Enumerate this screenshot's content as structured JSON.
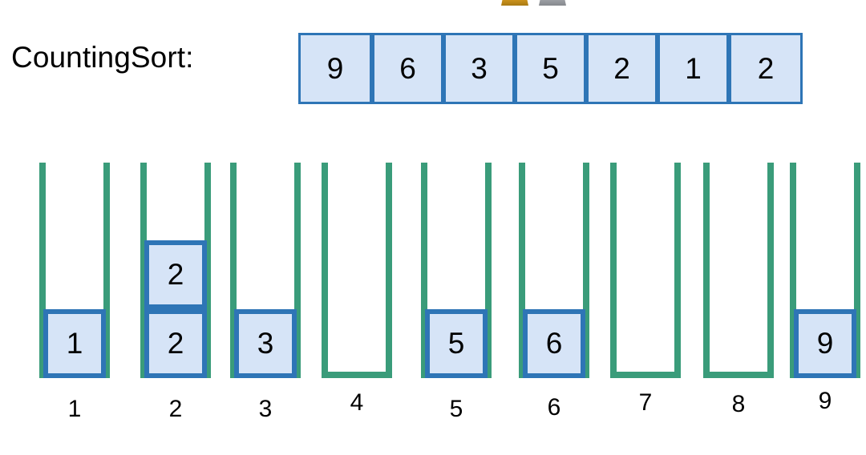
{
  "slide": {
    "title_label": "CountingSort:",
    "background": "#ffffff"
  },
  "colors": {
    "box_fill": "#d6e4f7",
    "box_border": "#2e75b6",
    "bin_wall": "#3a9c7a",
    "text": "#000000",
    "deco_gold": "#c9901c",
    "deco_gray": "#9a9da2"
  },
  "decorations": [
    {
      "name": "gold-shape",
      "kind": "partially-cropped-star"
    },
    {
      "name": "gray-shape",
      "kind": "partially-cropped-star"
    }
  ],
  "input_array": {
    "label": "CountingSort:",
    "values": [
      "9",
      "6",
      "3",
      "5",
      "2",
      "1",
      "2"
    ]
  },
  "bins": [
    {
      "label": "1",
      "items": [
        "1"
      ],
      "label_offset": 14
    },
    {
      "label": "2",
      "items": [
        "2",
        "2"
      ],
      "label_offset": 14
    },
    {
      "label": "3",
      "items": [
        "3"
      ],
      "label_offset": 14
    },
    {
      "label": "4",
      "items": [],
      "label_offset": 6
    },
    {
      "label": "5",
      "items": [
        "5"
      ],
      "label_offset": 14
    },
    {
      "label": "6",
      "items": [
        "6"
      ],
      "label_offset": 12
    },
    {
      "label": "7",
      "items": [],
      "label_offset": 6
    },
    {
      "label": "8",
      "items": [],
      "label_offset": 8
    },
    {
      "label": "9",
      "items": [
        "9"
      ],
      "label_offset": 4
    }
  ],
  "bin_geometry": {
    "left_positions": [
      5,
      131,
      243,
      357,
      481,
      603,
      717,
      833,
      941
    ],
    "label_baseline_top": 280
  }
}
